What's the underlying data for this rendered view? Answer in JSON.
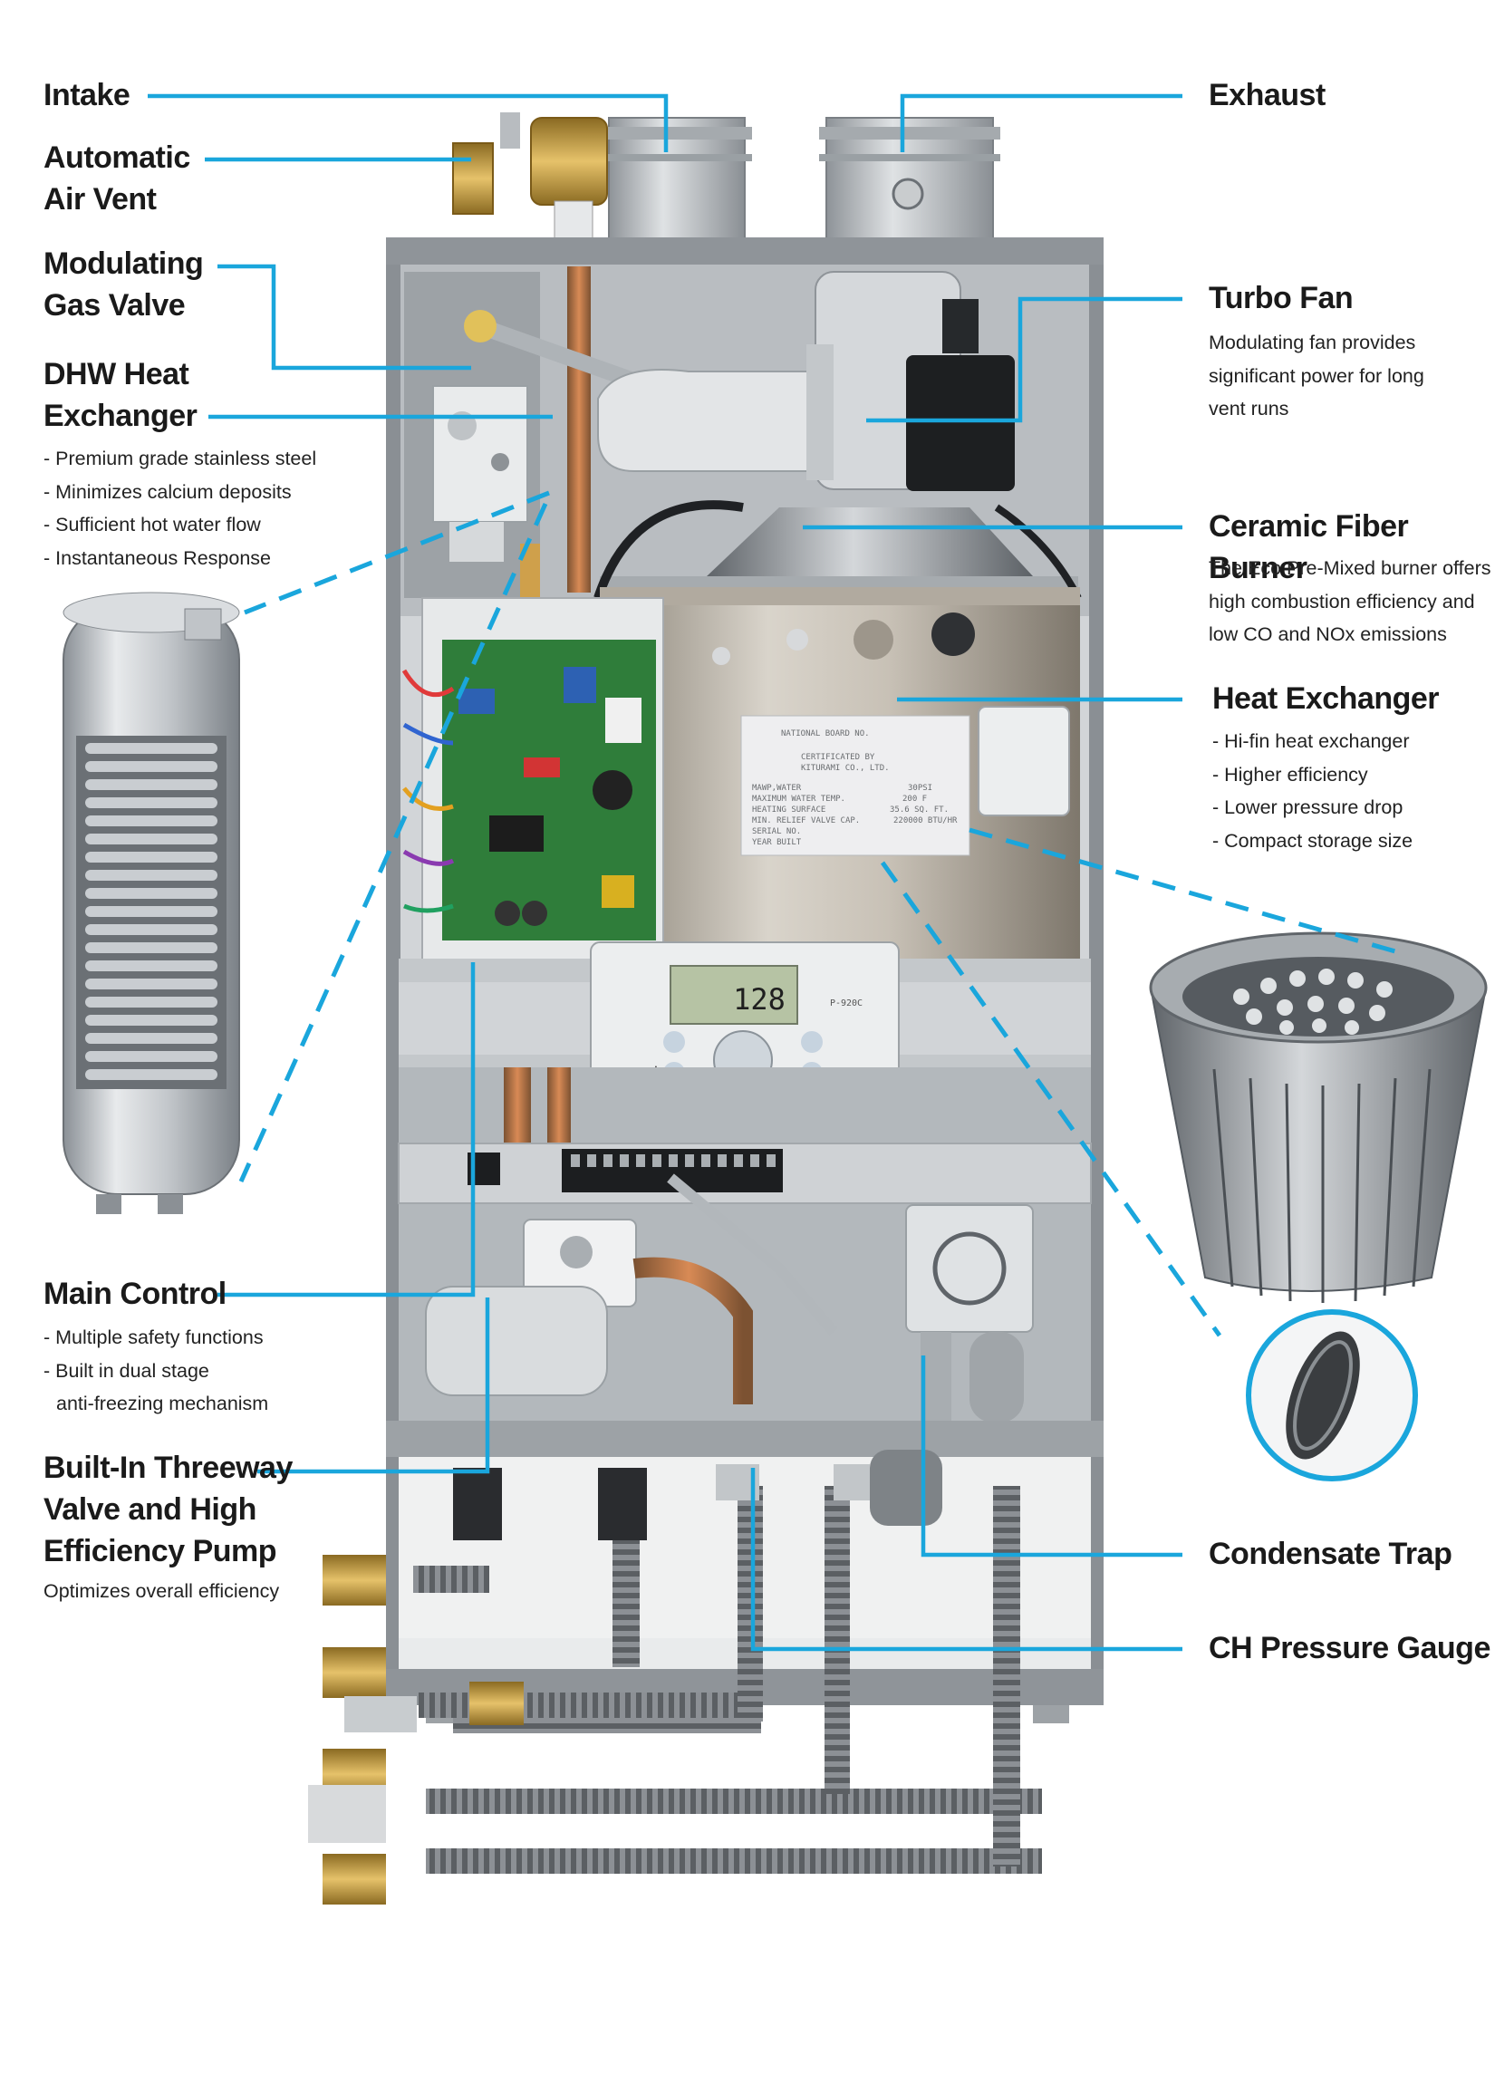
{
  "colors": {
    "leader": "#1aa6dc",
    "text": "#1a1a1a",
    "cabinet": "#6f7479",
    "interior": "#cfd3d6",
    "copper": "#b5653a",
    "brass": "#c9a14a",
    "pcb": "#2f7d3a"
  },
  "labels": {
    "intake": "Intake",
    "air_vent": [
      "Automatic",
      "Air Vent"
    ],
    "gas_valve": [
      "Modulating",
      "Gas Valve"
    ],
    "dhw": {
      "title": [
        "DHW Heat",
        "Exchanger"
      ],
      "bullets": [
        "- Premium grade stainless steel",
        "- Minimizes calcium deposits",
        "- Sufficient hot water flow",
        "- Instantaneous Response"
      ]
    },
    "main_control": {
      "title": "Main Control",
      "bullets": [
        "- Multiple safety functions",
        "- Built in dual stage",
        "anti-freezing mechanism"
      ]
    },
    "threeway": {
      "title": [
        "Built-In Threeway",
        "Valve and High",
        "Efficiency Pump"
      ],
      "desc": "Optimizes overall efficiency"
    },
    "exhaust": "Exhaust",
    "turbo_fan": {
      "title": "Turbo Fan",
      "desc": [
        "Modulating fan provides",
        "significant power for long",
        "vent runs"
      ]
    },
    "burner": {
      "title": "Ceramic Fiber Burner",
      "desc": [
        "The Eco Pre-Mixed burner offers",
        "high combustion efficiency and",
        "low CO and NOx emissions"
      ]
    },
    "heat_exchanger": {
      "title": "Heat Exchanger",
      "bullets": [
        "- Hi-fin heat exchanger",
        "- Higher efficiency",
        "- Lower pressure drop",
        "- Compact storage size"
      ]
    },
    "condensate": "Condensate Trap",
    "pressure": "CH Pressure Gauge"
  },
  "plate": [
    "NATIONAL BOARD NO.",
    "CERTIFICATED BY",
    "KITURAMI CO., LTD.",
    "MAWP,WATER",
    "MAXIMUM WATER TEMP.",
    "HEATING SURFACE",
    "MIN. RELIEF VALVE CAP.",
    "SERIAL NO.",
    "YEAR BUILT"
  ],
  "plate_values": [
    "30PSI",
    "200 F",
    "35.6 SQ. FT.",
    "220000 BTU/HR"
  ],
  "controller": {
    "display": "128",
    "model": "P-920C"
  }
}
